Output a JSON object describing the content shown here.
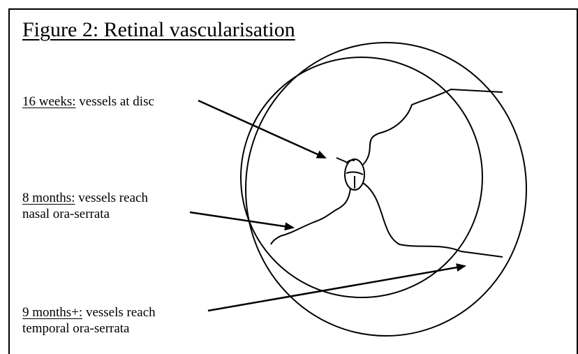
{
  "figure": {
    "title": "Figure 2: Retinal vascularisation"
  },
  "labels": {
    "weeks16": {
      "time": "16 weeks:",
      "text": "vessels at disc"
    },
    "months8": {
      "time": "8 months:",
      "text_line1": "vessels reach",
      "text_line2": "nasal ora-serrata"
    },
    "months9": {
      "time": "9 months+:",
      "text_line1": "vessels reach",
      "text_line2": "temporal ora-serrata"
    }
  }
}
